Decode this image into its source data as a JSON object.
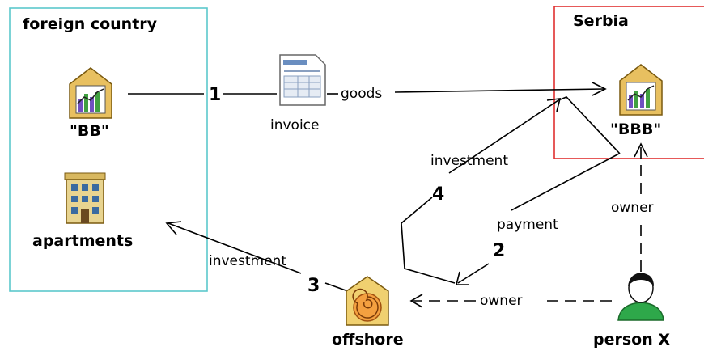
{
  "regions": {
    "foreign": {
      "title": "foreign country",
      "border_color": "#5bc8cc"
    },
    "serbia": {
      "title": "Serbia",
      "border_color": "#e03030"
    }
  },
  "nodes": {
    "bb": {
      "label": "\"BB\"",
      "icon": "company-chart-icon"
    },
    "bbb": {
      "label": "\"BBB\"",
      "icon": "company-chart-icon"
    },
    "apartments": {
      "label": "apartments",
      "icon": "building-icon"
    },
    "offshore": {
      "label": "offshore",
      "icon": "shell-company-icon"
    },
    "person": {
      "label": "person X",
      "icon": "person-icon"
    },
    "invoice": {
      "label": "invoice",
      "icon": "invoice-document-icon"
    }
  },
  "edges": {
    "goods": {
      "label": "goods",
      "step": "1"
    },
    "payment": {
      "label": "payment",
      "step": "2"
    },
    "investment_apartments": {
      "label": "investment",
      "step": "3"
    },
    "investment_bbb": {
      "label": "investment",
      "step": "4"
    },
    "owner_bbb": {
      "label": "owner"
    },
    "owner_offshore": {
      "label": "owner"
    }
  }
}
